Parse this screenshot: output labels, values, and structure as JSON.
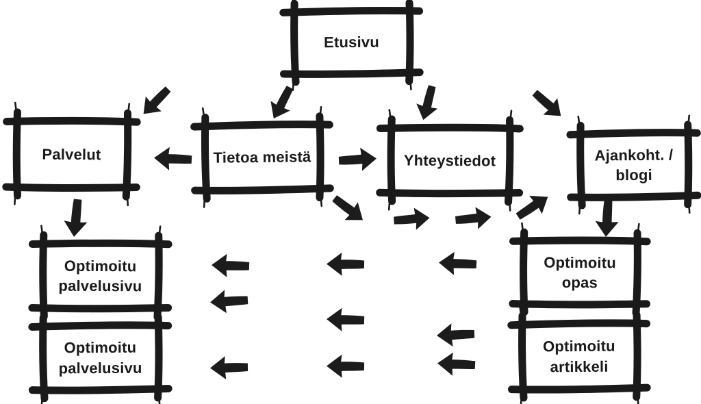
{
  "colors": {
    "background": "#ffffff",
    "ink": "#1a1a1a"
  },
  "diagram": {
    "type": "sitemap-flowchart",
    "style": "hand-drawn-sketch",
    "nodes": [
      {
        "id": "etusivu",
        "label": "Etusivu"
      },
      {
        "id": "palvelut",
        "label": "Palvelut"
      },
      {
        "id": "tietoa-meista",
        "label": "Tietoa meistä"
      },
      {
        "id": "yhteystiedot",
        "label": "Yhteystiedot"
      },
      {
        "id": "ajankoht-blogi",
        "label": "Ajankoht. / blogi"
      },
      {
        "id": "optimoitu-palvelusivu-1",
        "label": "Optimoitu palvelusivu"
      },
      {
        "id": "optimoitu-palvelusivu-2",
        "label": "Optimoitu palvelusivu"
      },
      {
        "id": "optimoitu-opas",
        "label": "Optimoitu opas"
      },
      {
        "id": "optimoitu-artikkeli",
        "label": "Optimoitu artikkeli"
      }
    ],
    "arrows": [
      {
        "name": "etusivu-to-palvelut",
        "direction": "down-left"
      },
      {
        "name": "etusivu-to-tietoa-meista",
        "direction": "down-left"
      },
      {
        "name": "etusivu-to-yhteystiedot",
        "direction": "down"
      },
      {
        "name": "etusivu-to-ajankoht-blogi",
        "direction": "down-right"
      },
      {
        "name": "tietoa-meista-to-palvelut",
        "direction": "left"
      },
      {
        "name": "tietoa-meista-to-yhteystiedot",
        "direction": "right"
      },
      {
        "name": "palvelut-to-optimoitu-palvelusivu",
        "direction": "down"
      },
      {
        "name": "mid-flow-down-right",
        "direction": "down-right"
      },
      {
        "name": "mid-flow-right-1",
        "direction": "right"
      },
      {
        "name": "mid-flow-right-2",
        "direction": "right"
      },
      {
        "name": "mid-flow-up-right",
        "direction": "up-right"
      },
      {
        "name": "ajankoht-blogi-to-optimoitu-opas",
        "direction": "down"
      },
      {
        "name": "grid-left-row1-col1",
        "direction": "left"
      },
      {
        "name": "grid-left-row1-col2",
        "direction": "left"
      },
      {
        "name": "grid-left-row1-col3",
        "direction": "left"
      },
      {
        "name": "grid-left-row2-col1",
        "direction": "left"
      },
      {
        "name": "grid-left-row2-col2",
        "direction": "left"
      },
      {
        "name": "grid-left-row2-col3",
        "direction": "left"
      },
      {
        "name": "grid-left-row3-col1",
        "direction": "left"
      },
      {
        "name": "grid-left-row3-col2",
        "direction": "left"
      },
      {
        "name": "grid-left-row3-col3",
        "direction": "left"
      }
    ]
  }
}
